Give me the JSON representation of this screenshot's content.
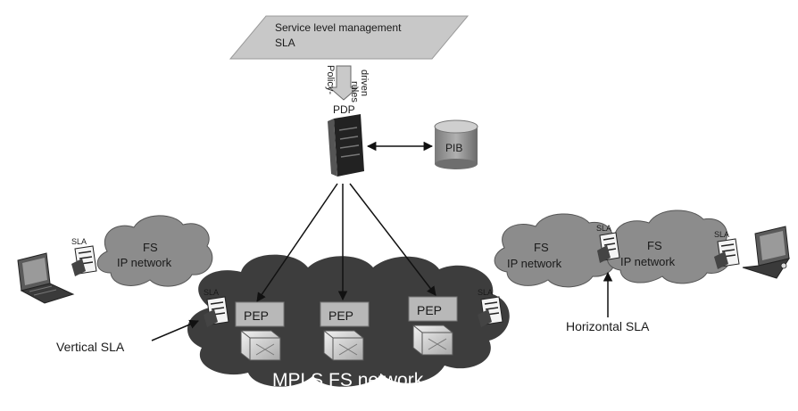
{
  "slm": {
    "line1": "Service level management",
    "line2": "SLA"
  },
  "policy_arrow": {
    "left": "Policy-",
    "right_top": "driven",
    "right_bottom": "rules"
  },
  "pdp": {
    "label": "PDP"
  },
  "pib": {
    "label": "PIB"
  },
  "left_cloud": {
    "line1": "FS",
    "line2": "IP network"
  },
  "right_cloud_a": {
    "line1": "FS",
    "line2": "IP network"
  },
  "right_cloud_b": {
    "line1": "FS",
    "line2": "IP network"
  },
  "mpls": {
    "label": "MPLS FS network"
  },
  "pep": [
    "PEP",
    "PEP",
    "PEP"
  ],
  "sla_label": "SLA",
  "vertical_sla": "Vertical SLA",
  "horizontal_sla": "Horizontal SLA",
  "colors": {
    "cloud": "#8c8c8c",
    "mpls_cloud": "#3d3d3d",
    "pep_box": "#b8b8b8",
    "server": "#202020",
    "slm_box": "#c8c8c8"
  }
}
